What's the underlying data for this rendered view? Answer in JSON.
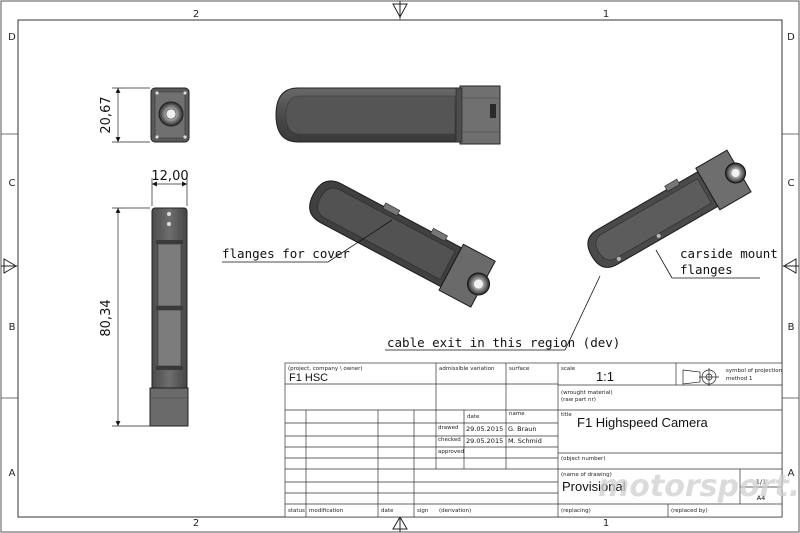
{
  "zones": {
    "top": [
      "2",
      "1"
    ],
    "bottom": [
      "2",
      "1"
    ],
    "left": [
      "D",
      "C",
      "B",
      "A"
    ],
    "right": [
      "D",
      "C",
      "B",
      "A"
    ]
  },
  "dimensions": {
    "front_height": "20,67",
    "side_width": "12,00",
    "side_length": "80,34"
  },
  "callouts": {
    "flanges_cover": "flanges for cover",
    "carside_1": "carside mount",
    "carside_2": "flanges",
    "cable_exit": "cable exit in this region (dev)"
  },
  "title_block": {
    "project_label": "(project, company \\ owner)",
    "project_value": "F1 HSC",
    "admissible_variation_label": "admissible variation",
    "surface_label": "surface",
    "scale_label": "scale",
    "scale_value": "1:1",
    "projection_label_1": "symbol of projection",
    "projection_label_2": "method 1",
    "material_label_1": "(wrought material)",
    "material_label_2": "(raw part nr)",
    "date_label": "date",
    "name_label": "name",
    "drawn_label": "drawed",
    "drawn_date": "29.05.2015",
    "drawn_name": "G. Braun",
    "checked_label": "checked",
    "checked_date": "29.05.2015",
    "checked_name": "M. Schmid",
    "approved_label": "approved",
    "title_label": "title",
    "title_value": "F1 Highspeed Camera",
    "object_number_label": "(object number)",
    "drawing_name_label": "(name of drawing)",
    "drawing_name_value": "Provisional",
    "sheet_value": "1/1",
    "format_value": "A4",
    "status_label": "status",
    "modification_label": "modification",
    "date_label_2": "date",
    "sign_label": "sign",
    "derivation_label": "(derivation)",
    "replacing_label": "(replacing)",
    "replaced_by_label": "(replaced by)"
  },
  "watermark": "motorsport.com"
}
